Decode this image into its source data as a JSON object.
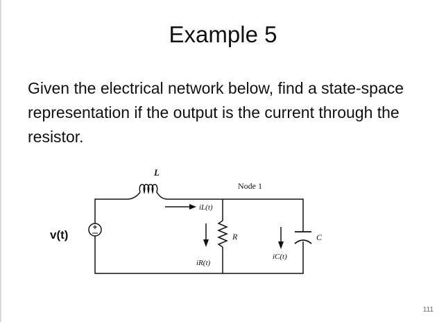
{
  "slide": {
    "title": "Example 5",
    "body": "Given the electrical network below, find a state-space representation if the output is the current through the resistor.",
    "page_number": "111"
  },
  "circuit": {
    "source_label": "v(t)",
    "inductor_label": "L",
    "node_label": "Node 1",
    "iL_label": "iL(t)",
    "iR_label": "iR(t)",
    "resistor_label": "R",
    "iC_label": "iC(t)",
    "capacitor_label": "C",
    "source_polarity": "+"
  }
}
